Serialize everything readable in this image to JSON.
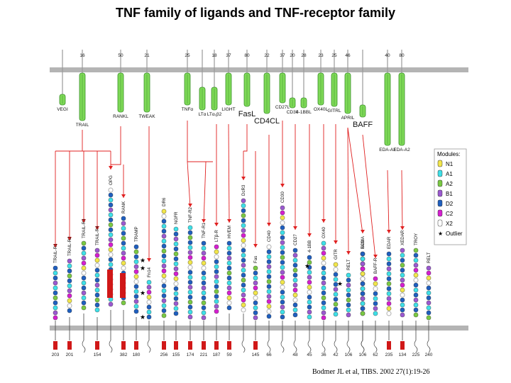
{
  "title": "TNF family of ligands and TNF-receptor family",
  "citation": "Bodmer JL et al, TIBS. 2002 27(1):19-26",
  "colors": {
    "membrane": "#b4b4b4",
    "arrow": "#e02020",
    "ligand": "#7ed957",
    "ligand_dark": "#3a8f2a",
    "N1": "#f2e64a",
    "A1": "#3ee0e8",
    "A2": "#7ac943",
    "B1": "#9b59d0",
    "D2": "#1f5fbf",
    "C2": "#d51fd0",
    "X2": "#ffffff",
    "intracellular": "#d01818"
  },
  "legend": {
    "title": "Modules:",
    "items": [
      {
        "label": "N1",
        "color": "#f2e64a"
      },
      {
        "label": "A1",
        "color": "#3ee0e8"
      },
      {
        "label": "A2",
        "color": "#7ac943"
      },
      {
        "label": "B1",
        "color": "#9b59d0"
      },
      {
        "label": "D2",
        "color": "#1f5fbf"
      },
      {
        "label": "C2",
        "color": "#d51fd0"
      },
      {
        "label": "X2",
        "color": "#ffffff"
      },
      {
        "label": "Outlier",
        "color": "star"
      }
    ]
  },
  "ligands": [
    {
      "label": "VEGI",
      "top_num": "",
      "big": false
    },
    {
      "label": "TRAIL",
      "top_num": "16",
      "big": false
    },
    {
      "label": "RANKL",
      "top_num": "50",
      "big": false
    },
    {
      "label": "TWEAK",
      "top_num": "21",
      "big": false
    },
    {
      "label": "TNFα",
      "top_num": "25",
      "big": false
    },
    {
      "label": "LTα",
      "top_num": "",
      "big": false
    },
    {
      "label": "LTα₁β2",
      "top_num": "18",
      "big": false
    },
    {
      "label": "LIGHT",
      "top_num": "37",
      "big": false
    },
    {
      "label": "FasL",
      "top_num": "80",
      "big": true
    },
    {
      "label": "CD4CL",
      "top_num": "22",
      "big": true
    },
    {
      "label": "CD27L",
      "top_num": "37",
      "big": false
    },
    {
      "label": "CD30",
      "top_num": "20",
      "big": false
    },
    {
      "label": "4-1BBL",
      "top_num": "28",
      "big": false
    },
    {
      "label": "OX40L",
      "top_num": "23",
      "big": false
    },
    {
      "label": "GITRL",
      "top_num": "25",
      "big": false
    },
    {
      "label": "APRIL",
      "top_num": "46",
      "big": false
    },
    {
      "label": "BAFF",
      "top_num": "",
      "big": true
    },
    {
      "label": "EDA-A1",
      "top_num": "40",
      "big": false
    },
    {
      "label": "EDA-A2",
      "top_num": "80",
      "big": false
    }
  ],
  "receptors": [
    {
      "label": "TRAIL-R1",
      "bottom_num": "203"
    },
    {
      "label": "TRAIL-R2",
      "bottom_num": "201"
    },
    {
      "label": "TRAIL-R3",
      "bottom_num": ""
    },
    {
      "label": "TRAIL-R4",
      "bottom_num": "154"
    },
    {
      "label": "OPG",
      "bottom_num": ""
    },
    {
      "label": "RANK",
      "bottom_num": "382"
    },
    {
      "label": "TRAMP",
      "bottom_num": "180"
    },
    {
      "label": "Fn14",
      "bottom_num": ""
    },
    {
      "label": "DR6",
      "bottom_num": "256"
    },
    {
      "label": "NGFR",
      "bottom_num": "155"
    },
    {
      "label": "TNF-R2",
      "bottom_num": "174"
    },
    {
      "label": "TNF-R1",
      "bottom_num": "221"
    },
    {
      "label": "LTβ-R",
      "bottom_num": "187"
    },
    {
      "label": "HVEM",
      "bottom_num": "59"
    },
    {
      "label": "DcR3",
      "bottom_num": ""
    },
    {
      "label": "Fas",
      "bottom_num": "145"
    },
    {
      "label": "CD30",
      "bottom_num": ""
    },
    {
      "label": "CD40",
      "bottom_num": "66"
    },
    {
      "label": "CD27",
      "bottom_num": "48"
    },
    {
      "label": "4-1BB",
      "bottom_num": "45"
    },
    {
      "label": "OX40",
      "bottom_num": "36"
    },
    {
      "label": "GITR",
      "bottom_num": "42"
    },
    {
      "label": "RELT",
      "bottom_num": "106"
    },
    {
      "label": "BCMA",
      "bottom_num": ""
    },
    {
      "label": "TACI",
      "bottom_num": "106"
    },
    {
      "label": "BAFF-R",
      "bottom_num": "62"
    },
    {
      "label": "EDAR",
      "bottom_num": "235"
    },
    {
      "label": "XEDAR",
      "bottom_num": "134"
    },
    {
      "label": "TROY",
      "bottom_num": "225"
    },
    {
      "label": "RELT",
      "bottom_num": "240"
    }
  ]
}
